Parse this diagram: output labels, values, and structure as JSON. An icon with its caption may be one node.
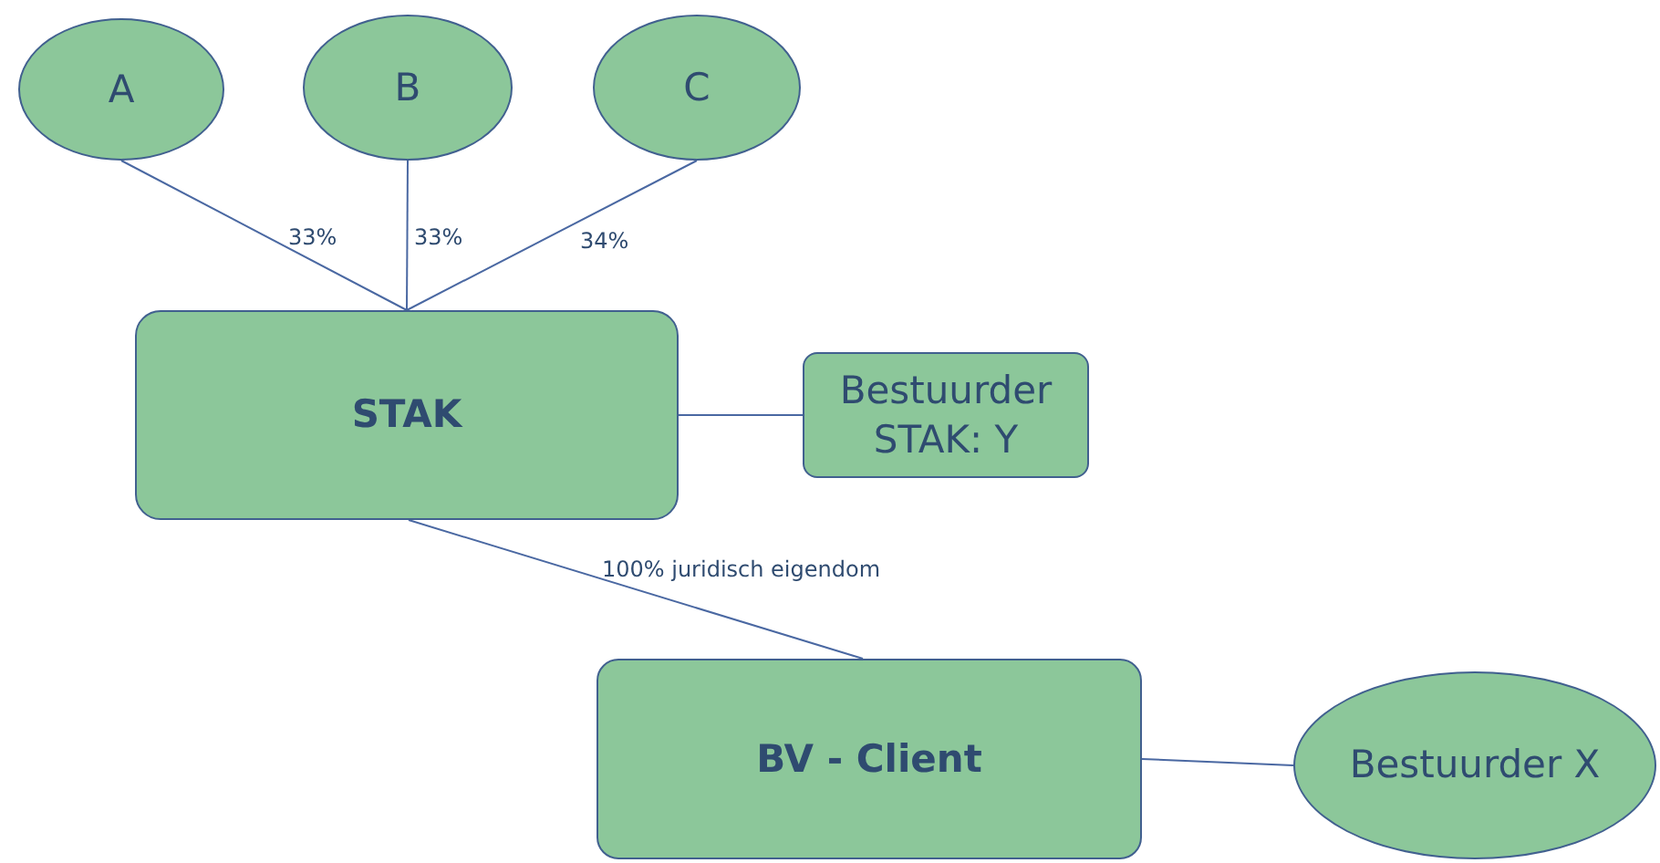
{
  "diagram": {
    "nodes": [
      {
        "text": [
          "A"
        ]
      },
      {
        "text": [
          "B"
        ]
      },
      {
        "text": [
          "C"
        ]
      },
      {
        "text": [
          "STAK"
        ]
      },
      {
        "text": [
          "Bestuurder STAK: Y"
        ]
      },
      {
        "text": [
          "BV - Client"
        ]
      },
      {
        "text": [
          "Bestuurder X"
        ]
      }
    ],
    "edges": [
      {
        "from": 0,
        "to": 3,
        "arrow": "none",
        "label": "33%"
      },
      {
        "from": 1,
        "to": 3,
        "arrow": "none",
        "label": "33%"
      },
      {
        "from": 2,
        "to": 3,
        "arrow": "none",
        "label": "34%"
      },
      {
        "from": 3,
        "to": 4,
        "arrow": "none"
      },
      {
        "from": 3,
        "to": 5,
        "arrow": "none",
        "label": "100% juridisch eigendom"
      },
      {
        "from": 5,
        "to": 6,
        "arrow": "none"
      }
    ]
  }
}
